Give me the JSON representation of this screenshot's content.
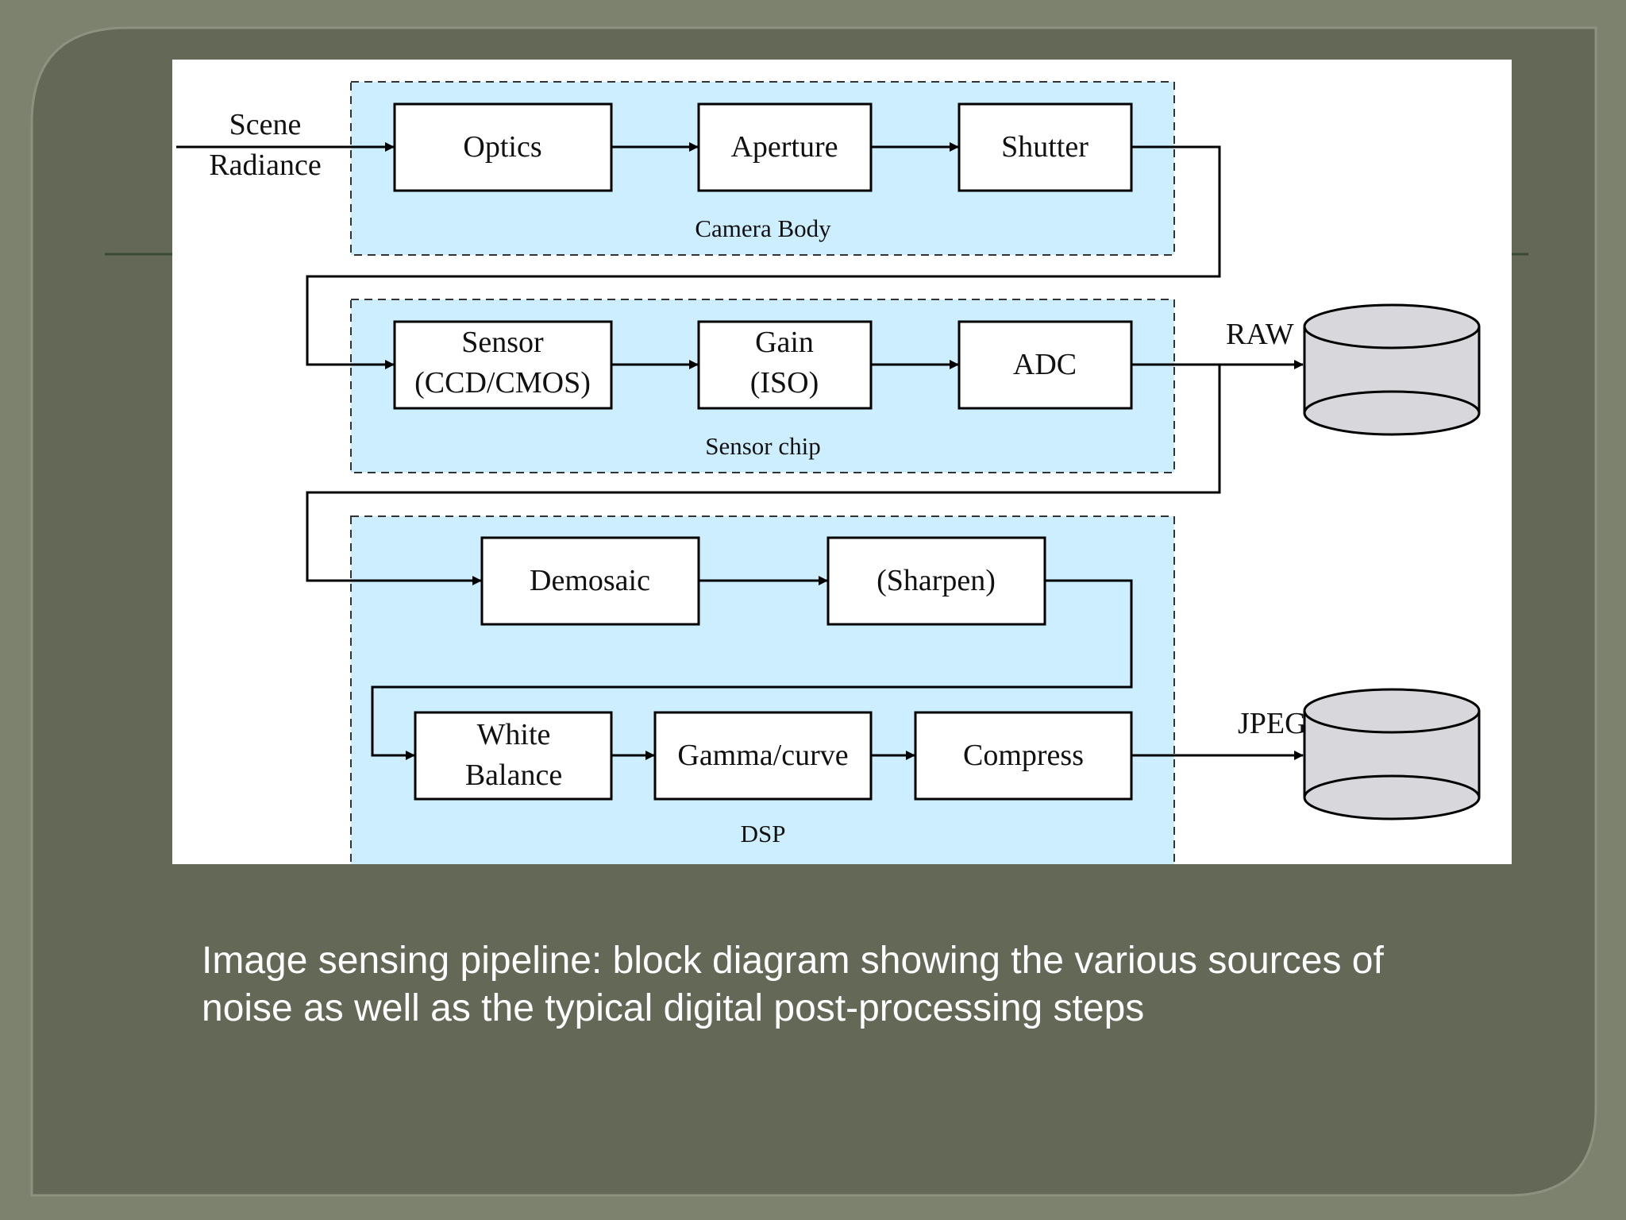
{
  "colors": {
    "outer_background": "#7d826f",
    "slide_background": "#646857",
    "panel_background": "#ffffff",
    "group_fill": "#cdeefe",
    "cylinder_fill": "#d8d8dc",
    "caption_text": "#ffffff"
  },
  "diagram": {
    "input_label": {
      "line1": "Scene",
      "line2": "Radiance"
    },
    "groups": {
      "camera_body": "Camera Body",
      "sensor_chip": "Sensor chip",
      "dsp": "DSP"
    },
    "blocks": {
      "optics": {
        "line1": "Optics"
      },
      "aperture": {
        "line1": "Aperture"
      },
      "shutter": {
        "line1": "Shutter"
      },
      "sensor": {
        "line1": "Sensor",
        "line2": "(CCD/CMOS)"
      },
      "gain": {
        "line1": "Gain",
        "line2": "(ISO)"
      },
      "adc": {
        "line1": "ADC"
      },
      "demosaic": {
        "line1": "Demosaic"
      },
      "sharpen": {
        "line1": "(Sharpen)"
      },
      "white_balance": {
        "line1": "White",
        "line2": "Balance"
      },
      "gamma_curve": {
        "line1": "Gamma/curve"
      },
      "compress": {
        "line1": "Compress"
      }
    },
    "outputs": {
      "raw": "RAW",
      "jpeg": "JPEG"
    }
  },
  "caption": {
    "line1": "Image sensing pipeline:  block diagram showing the various sources of",
    "line2": "noise as well as the typical digital post-processing steps"
  }
}
